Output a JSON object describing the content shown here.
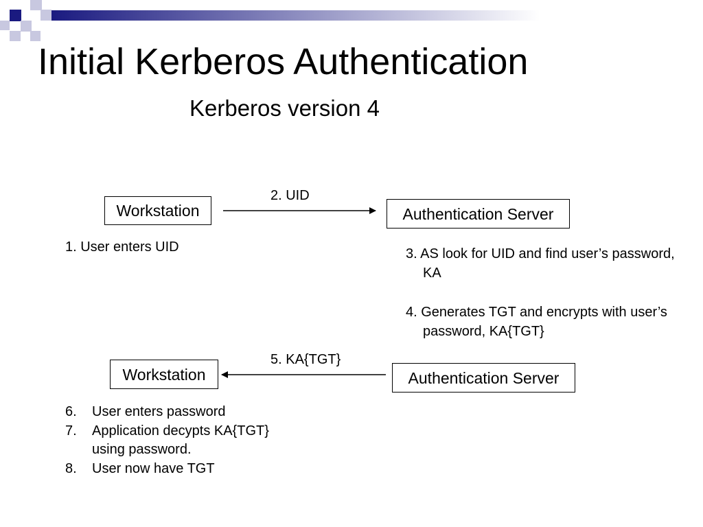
{
  "slide": {
    "title": "Initial Kerberos Authentication",
    "subtitle": "Kerberos version 4",
    "accent_color": "#1a1a80"
  },
  "diagram": {
    "upper": {
      "workstation_label": "Workstation",
      "server_label": "Authentication Server",
      "arrow_label": "2. UID",
      "step1": "1. User enters UID",
      "step3": "3. AS look for UID and find user’s password, KA",
      "step4": "4. Generates TGT and encrypts with user’s password, KA{TGT}"
    },
    "lower": {
      "workstation_label": "Workstation",
      "server_label": "Authentication Server",
      "arrow_label": "5. KA{TGT}",
      "steps": [
        {
          "num": "6.",
          "text": "User enters password"
        },
        {
          "num": "7.",
          "text": "Application decypts KA{TGT}"
        },
        {
          "num": "",
          "text": "using password."
        },
        {
          "num": "8.",
          "text": "User now have TGT"
        }
      ]
    }
  }
}
